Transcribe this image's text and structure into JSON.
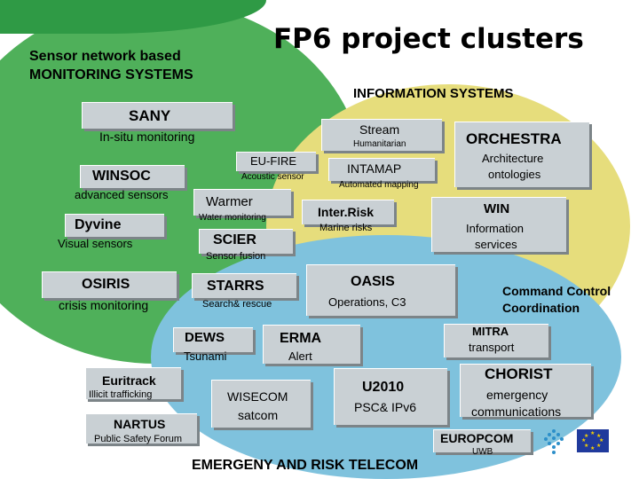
{
  "header": {
    "title": "FP6 project clusters",
    "monitoring_heading_line1": "Sensor network based",
    "monitoring_heading_line2": "MONITORING SYSTEMS",
    "information_heading": "INFORMATION SYSTEMS",
    "telecom_heading": "EMERGENY AND RISK TELECOM"
  },
  "projects": {
    "sany": {
      "title": "SANY",
      "subtitle": "In-situ monitoring"
    },
    "winsoc": {
      "title": "WINSOC",
      "subtitle": "advanced sensors"
    },
    "dyvine": {
      "title": "Dyvine",
      "subtitle": "Visual sensors"
    },
    "osiris": {
      "title": "OSIRIS",
      "subtitle": "crisis monitoring"
    },
    "eu_fire": {
      "title": "EU-FIRE",
      "subtitle": "Acoustic sensor"
    },
    "warmer": {
      "title": "Warmer",
      "subtitle": "Water monitoring"
    },
    "scier": {
      "title": "SCIER",
      "subtitle": "Sensor fusion"
    },
    "starrs": {
      "title": "STARRS",
      "subtitle": "Search& rescue"
    },
    "stream": {
      "title": "Stream",
      "subtitle": "Humanitarian"
    },
    "intamap": {
      "title": "INTAMAP",
      "subtitle": "Automated mapping"
    },
    "inter_risk": {
      "title": "Inter.Risk",
      "subtitle": "Marine risks"
    },
    "orchestra": {
      "title": "ORCHESTRA",
      "subtitle_line1": "Architecture",
      "subtitle_line2": "ontologies"
    },
    "win": {
      "title": "WIN",
      "subtitle_line1": "Information",
      "subtitle_line2": "services"
    },
    "oasis": {
      "title": "OASIS",
      "subtitle": "Operations, C3"
    },
    "command_control": {
      "line1": "Command Control",
      "line2": "Coordination"
    },
    "dews": {
      "title": "DEWS",
      "subtitle": "Tsunami"
    },
    "erma": {
      "title": "ERMA",
      "subtitle": "Alert"
    },
    "mitra": {
      "title": "MITRA",
      "subtitle": "transport"
    },
    "euritrack": {
      "title": "Euritrack",
      "subtitle": "Illicit trafficking"
    },
    "nartus": {
      "title": "NARTUS",
      "subtitle": "Public Safety Forum"
    },
    "wisecom": {
      "title": "WISECOM",
      "subtitle": "satcom"
    },
    "u2010": {
      "title": "U2010",
      "subtitle": "PSC& IPv6"
    },
    "chorist": {
      "title": "CHORIST",
      "subtitle_line1": "emergency",
      "subtitle_line2": "communications"
    },
    "europcom": {
      "title": "EUROPCOM",
      "subtitle": "UWB"
    }
  },
  "colors": {
    "monitoring_region": "#4fb05a",
    "information_region": "#e6dd7c",
    "telecom_region": "#7fc2dd",
    "box_fill": "#c9d0d4"
  }
}
